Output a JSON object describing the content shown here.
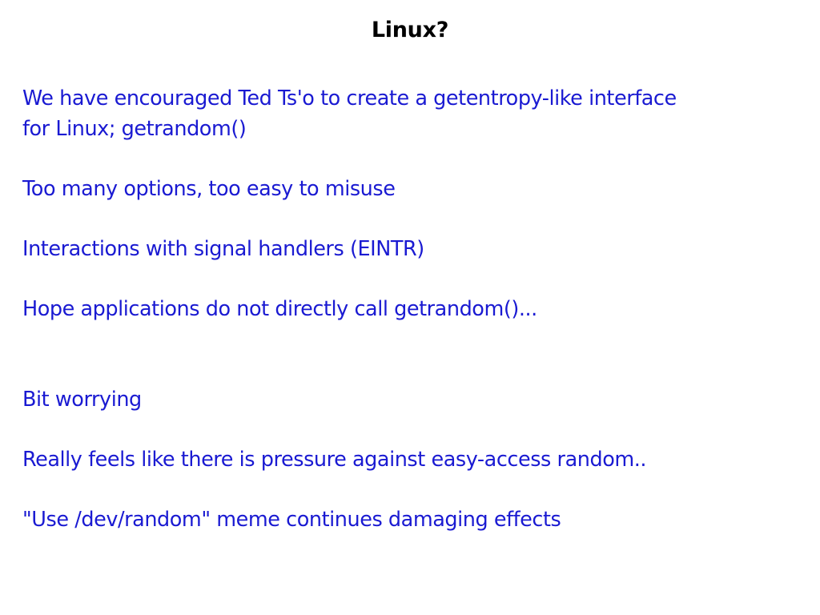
{
  "slide": {
    "title": "Linux?",
    "title_color": "#000000",
    "body_color": "#1a1ad2",
    "background_color": "#ffffff",
    "lines": [
      "We have encouraged Ted Ts'o to create a getentropy-like interface\nfor Linux; getrandom()",
      "Too many options, too easy to misuse",
      "Interactions with signal handlers (EINTR)",
      "Hope applications do not directly call getrandom()...",
      "Bit worrying",
      "Really feels like there is pressure against easy-access random..",
      "\"Use /dev/random\" meme continues damaging effects"
    ]
  }
}
